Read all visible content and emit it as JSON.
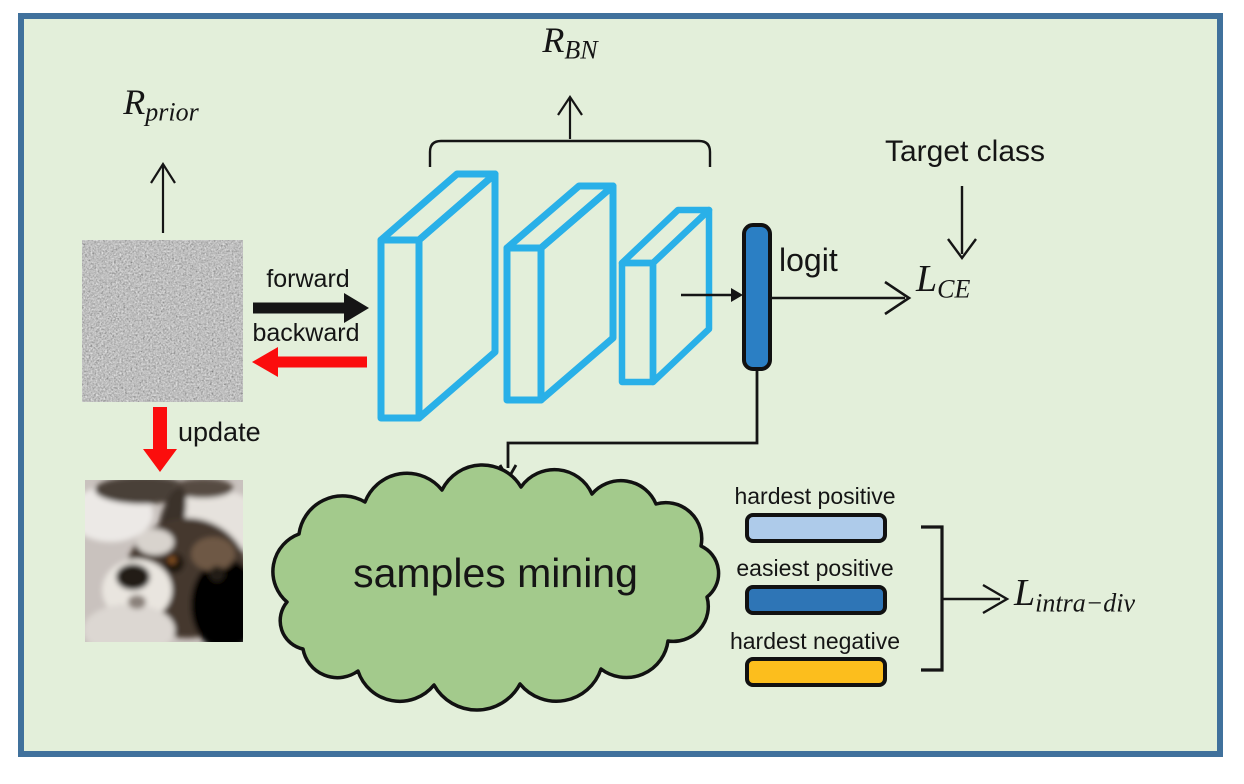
{
  "colors": {
    "canvas": "#ffffff",
    "panel_bg": "#e3efda",
    "panel_border": "#40719c",
    "block_cyan": "#29b0e8",
    "logit_blue": "#2b7fc4",
    "cloud_green": "#a3ca8c",
    "arrow_red": "#fb0d0d",
    "line_black": "#151515"
  },
  "math_labels": {
    "r_prior": {
      "base": "R",
      "sub": "prior"
    },
    "r_bn": {
      "base": "R",
      "sub": "BN"
    },
    "l_ce": {
      "base": "L",
      "sub": "CE"
    },
    "l_intra_div": {
      "base": "L",
      "sub": "intra−div"
    }
  },
  "text_labels": {
    "forward": "forward",
    "backward": "backward",
    "update": "update",
    "target_class": "Target class",
    "logit": "logit",
    "samples_mining": "samples mining"
  },
  "mined_samples": [
    {
      "label": "hardest positive",
      "color": "#aecbea"
    },
    {
      "label": "easiest positive",
      "color": "#2e75b6"
    },
    {
      "label": "hardest negative",
      "color": "#fcbe1d"
    }
  ],
  "images": {
    "noise_input": "random-noise-image",
    "generated": "generated-dog-image"
  }
}
